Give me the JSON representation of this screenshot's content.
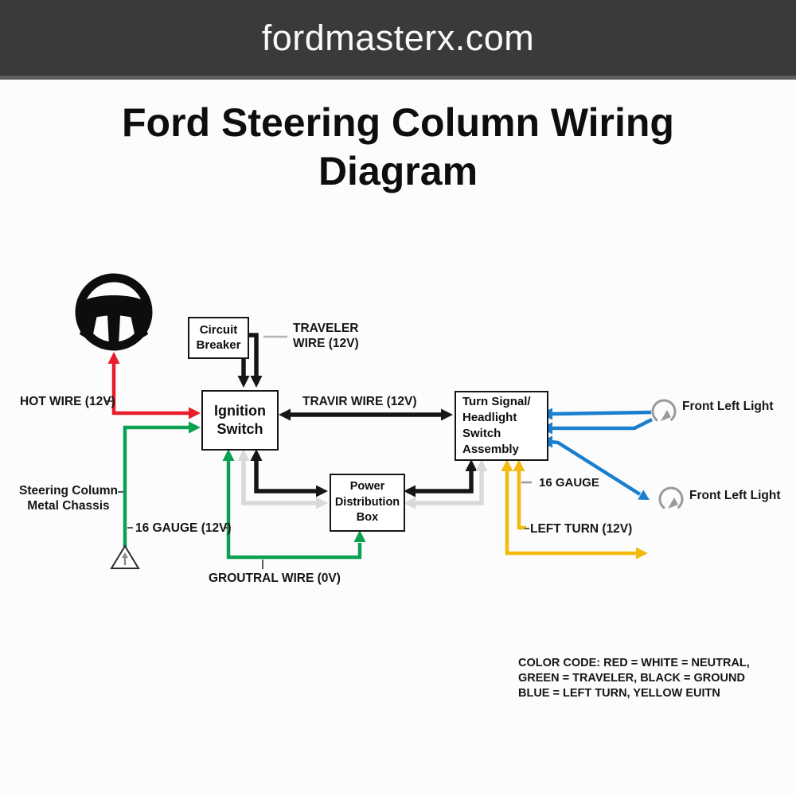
{
  "header": {
    "site_name": "fordmasterx.com"
  },
  "title": "Ford Steering Column Wiring\nDiagram",
  "boxes": {
    "circuit_breaker": {
      "label": "Circuit\nBreaker"
    },
    "ignition_switch": {
      "label": "Ignition\nSwitch"
    },
    "power_distribution_box": {
      "label": "Power\nDistribution\nBox"
    },
    "turn_signal_assembly": {
      "label": "Turn Signal/\nHeadlight\nSwitch\nAssembly"
    }
  },
  "labels": {
    "hot_wire": "HOT WIRE (12V)",
    "traveler_wire": "TRAVELER\nWIRE (12V)",
    "travir_wire": "TRAVIR WIRE (12V)",
    "steering_chassis": "Steering Column\nMetal Chassis",
    "gauge_16_12v": "16 GAUGE (12V)",
    "groutral_wire": "GROUTRAL WIRE (0V)",
    "gauge_16": "16 GAUGE",
    "left_turn": "LEFT TURN (12V)",
    "front_left_light_top": "Front Left Light",
    "front_left_light_bottom": "Front Left Light",
    "color_code": "COLOR CODE: RED = WHITE = NEUTRAL,\nGREEN = TRAVELER, BLACK = GROUND\nBLUE = LEFT TURN, YELLOW EUITN"
  },
  "icons": {
    "steering_wheel": "steering-wheel-icon",
    "ground_symbol": "ground-triangle-icon",
    "light_top": "rotating-light-icon",
    "light_bottom": "rotating-light-icon"
  },
  "colors": {
    "header_bg": "#3b3939",
    "wire_red": "#e81c2a",
    "wire_green": "#0aa153",
    "wire_black": "#161616",
    "wire_white_neutral": "#d9d9d9",
    "wire_blue": "#1b7fd0",
    "wire_yellow": "#f3b90c",
    "icon_gray": "#9a9a9a"
  }
}
